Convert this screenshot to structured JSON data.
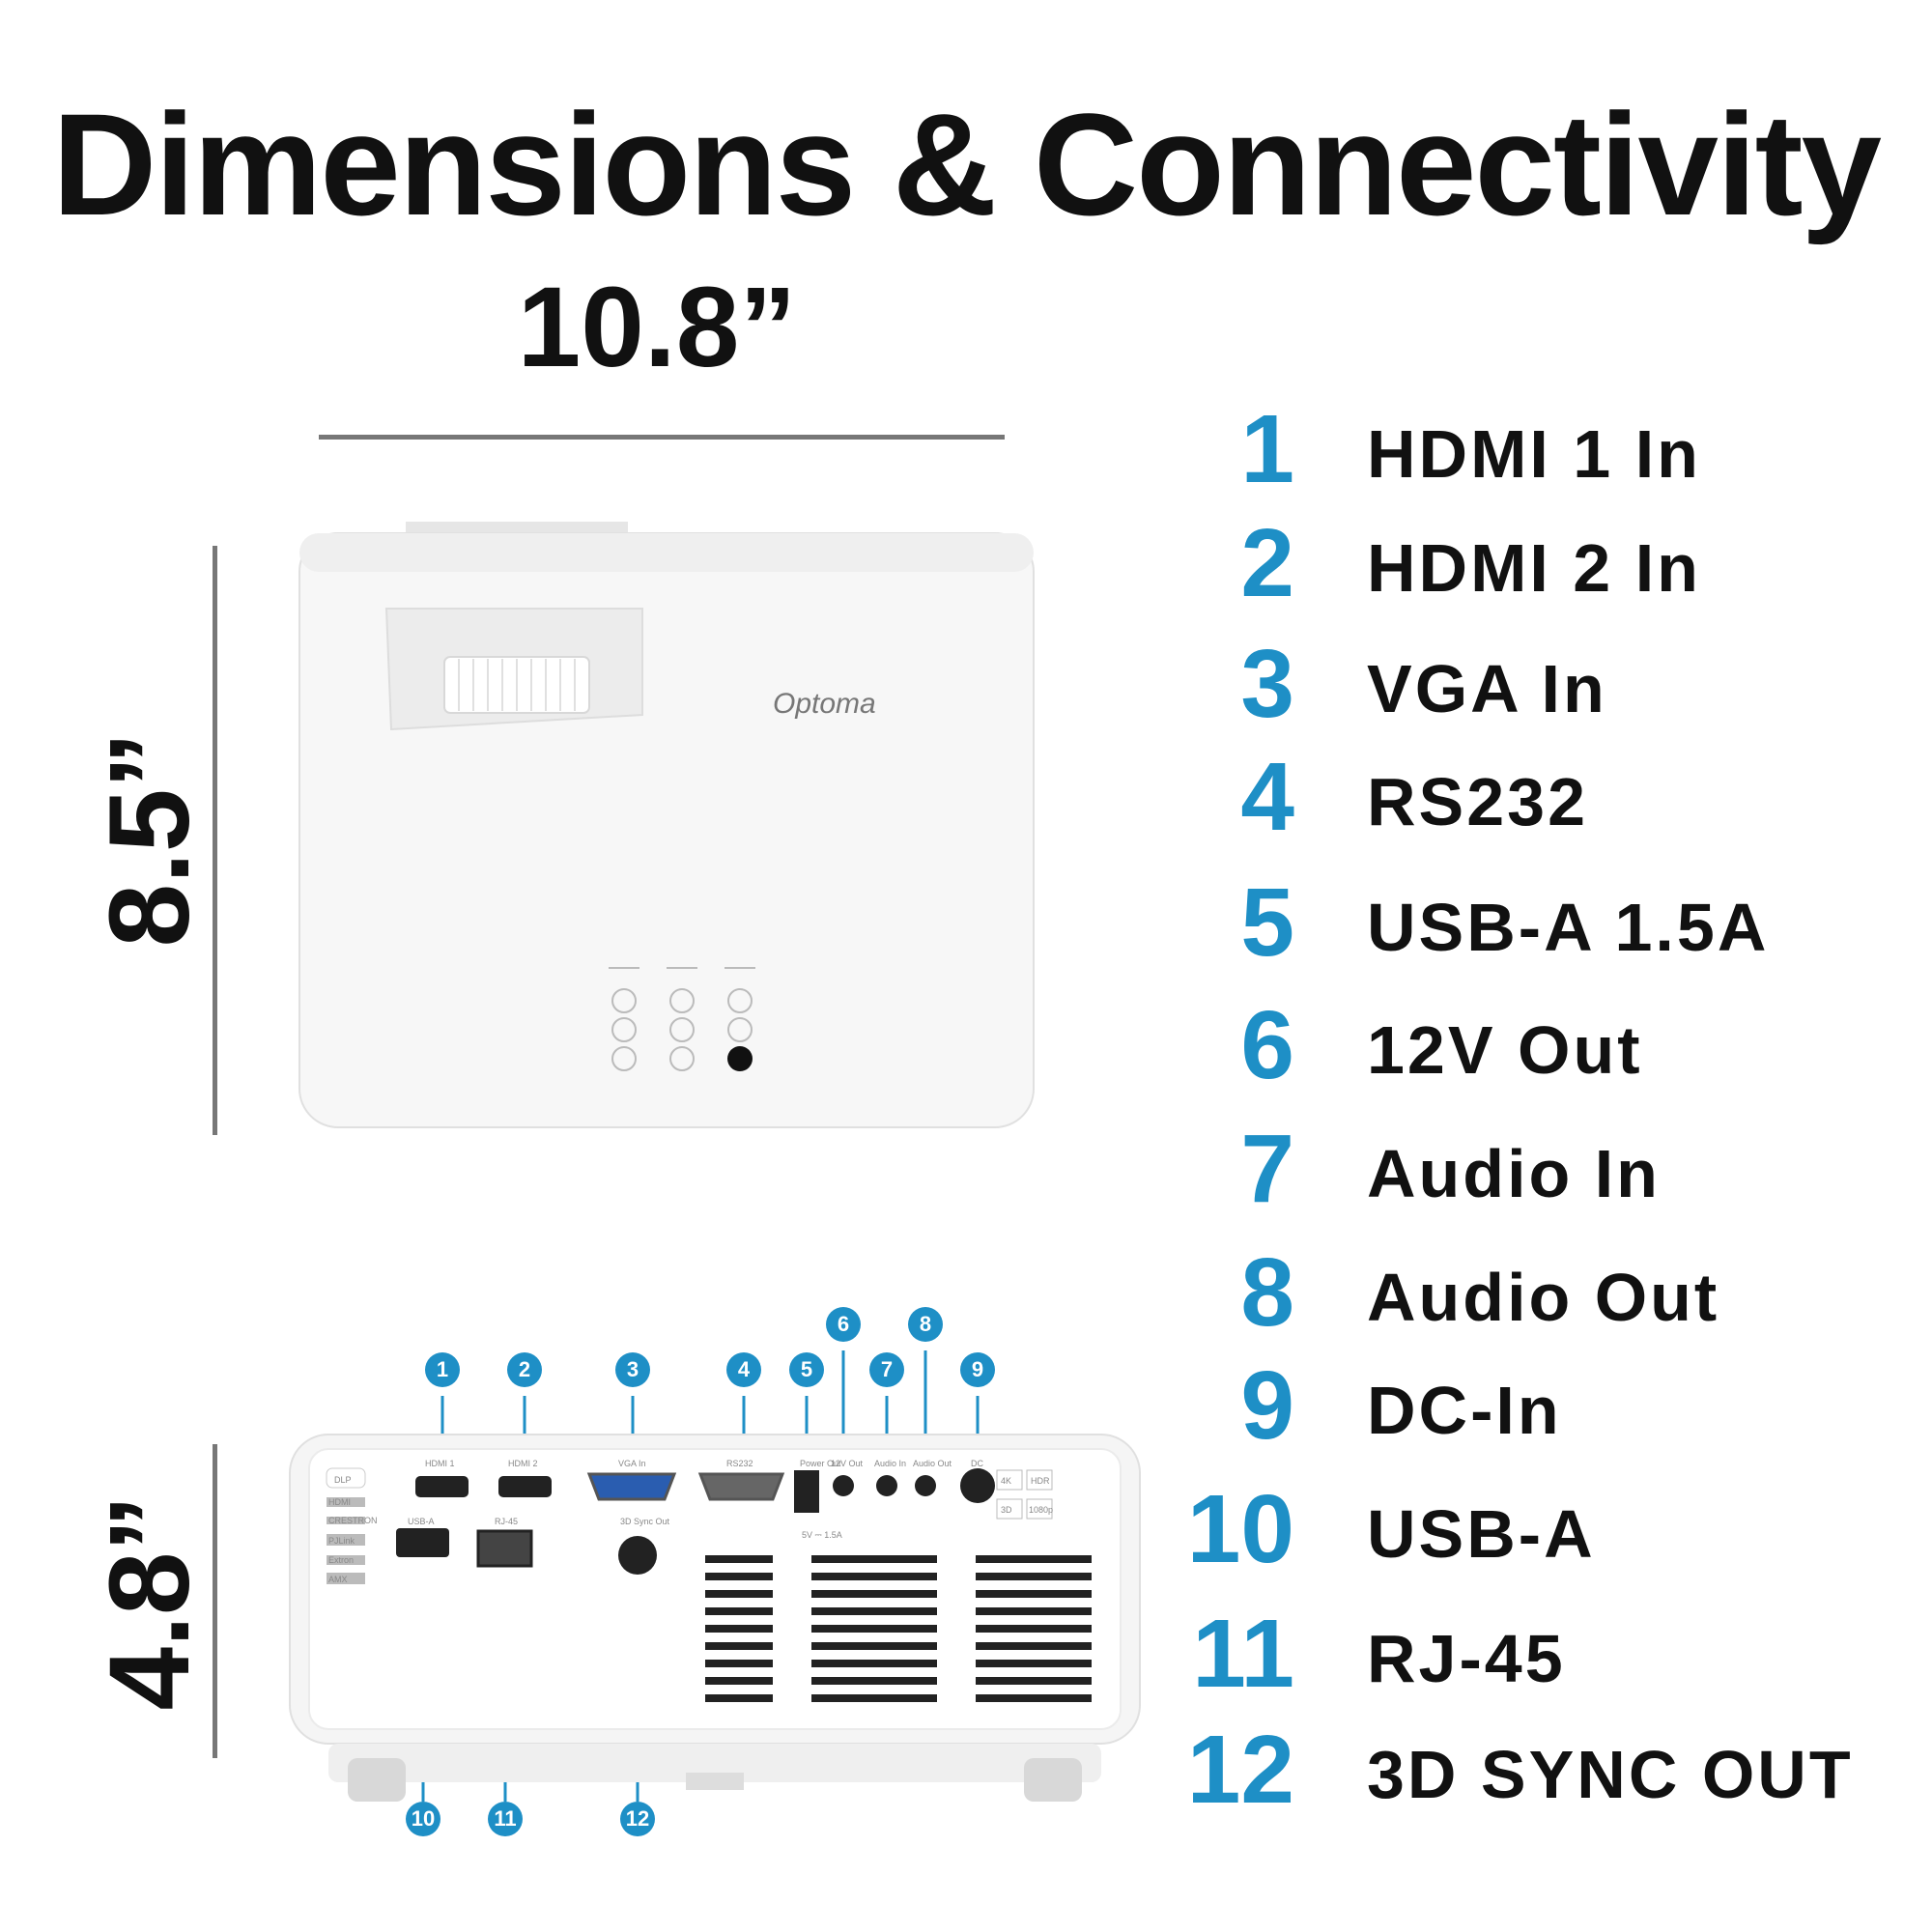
{
  "title": "Dimensions & Connectivity",
  "dimensions": {
    "width": "10.8”",
    "depth": "8.5”",
    "height": "4.8”"
  },
  "brand": "Optoma",
  "accent_color": "#1e8fc6",
  "ports": [
    {
      "num": "1",
      "label": "HDMI 1 In"
    },
    {
      "num": "2",
      "label": "HDMI 2 In"
    },
    {
      "num": "3",
      "label": "VGA In"
    },
    {
      "num": "4",
      "label": "RS232"
    },
    {
      "num": "5",
      "label": "USB-A 1.5A"
    },
    {
      "num": "6",
      "label": "12V Out"
    },
    {
      "num": "7",
      "label": "Audio In"
    },
    {
      "num": "8",
      "label": "Audio Out"
    },
    {
      "num": "9",
      "label": "DC-In"
    },
    {
      "num": "10",
      "label": "USB-A"
    },
    {
      "num": "11",
      "label": "RJ-45"
    },
    {
      "num": "12",
      "label": "3D SYNC OUT"
    }
  ],
  "rear_panel_labels": {
    "hdmi1": "HDMI 1",
    "hdmi2": "HDMI 2",
    "vga": "VGA In",
    "rs232": "RS232",
    "power_out": "Power Out",
    "v12": "12V Out",
    "audio_in": "Audio In",
    "audio_out": "Audio Out",
    "dc": "DC",
    "usb_a": "USB-A",
    "rj45": "RJ-45",
    "sync": "3D Sync Out",
    "usb_rating": "5V ⎓ 1.5A",
    "badges": [
      "4K",
      "HDR",
      "3D",
      "1080p"
    ],
    "logos": [
      "DLP",
      "HDMI",
      "CRESTRON",
      "PJLink",
      "Extron",
      "AMX"
    ]
  }
}
